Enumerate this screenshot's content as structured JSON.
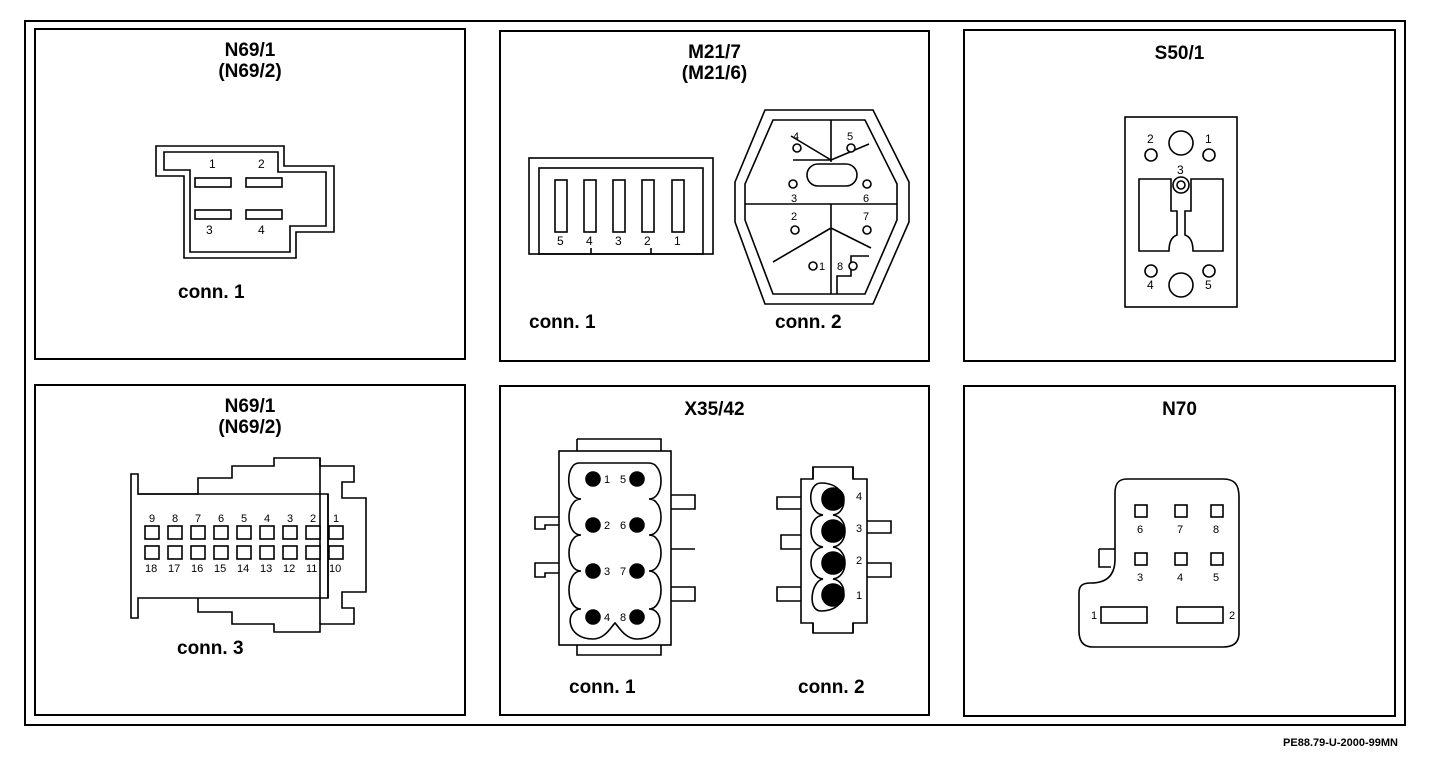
{
  "panels": {
    "p1": {
      "title": "N69/1",
      "subtitle": "(N69/2)",
      "conn_label": "conn. 1",
      "pins": [
        "1",
        "2",
        "3",
        "4"
      ]
    },
    "p2": {
      "title": "M21/7",
      "subtitle": "(M21/6)",
      "conn1_label": "conn. 1",
      "conn2_label": "conn. 2",
      "conn1_pins": [
        "5",
        "4",
        "3",
        "2",
        "1"
      ],
      "conn2_pins": [
        "4",
        "5",
        "3",
        "6",
        "2",
        "7",
        "1",
        "8"
      ]
    },
    "p3": {
      "title": "S50/1",
      "pins": [
        "2",
        "1",
        "3",
        "4",
        "5"
      ]
    },
    "p4": {
      "title": "N69/1",
      "subtitle": "(N69/2)",
      "conn_label": "conn. 3",
      "top_pins": [
        "9",
        "8",
        "7",
        "6",
        "5",
        "4",
        "3",
        "2",
        "1"
      ],
      "bottom_pins": [
        "18",
        "17",
        "16",
        "15",
        "14",
        "13",
        "12",
        "11",
        "10"
      ]
    },
    "p5": {
      "title": "X35/42",
      "conn1_label": "conn. 1",
      "conn2_label": "conn. 2",
      "conn1_pins": [
        "1",
        "5",
        "2",
        "6",
        "3",
        "7",
        "4",
        "8"
      ],
      "conn2_pins": [
        "4",
        "3",
        "2",
        "1"
      ]
    },
    "p6": {
      "title": "N70",
      "pins": [
        "6",
        "7",
        "8",
        "3",
        "4",
        "5",
        "1",
        "2"
      ]
    }
  },
  "footer": {
    "code": "PE88.79-U-2000-99MN"
  }
}
